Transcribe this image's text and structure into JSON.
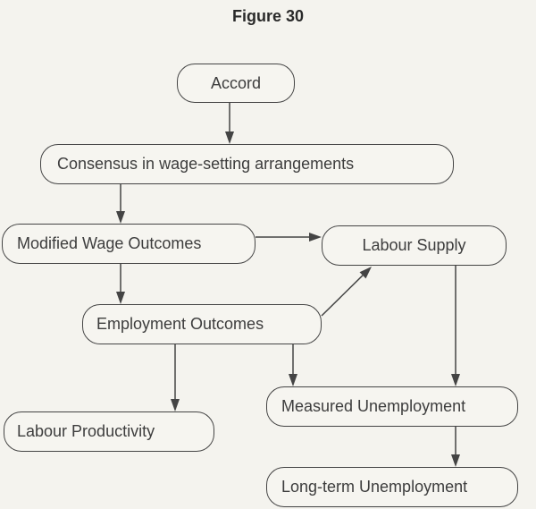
{
  "title": "Figure 30",
  "nodes": {
    "accord": "Accord",
    "consensus": "Consensus in wage-setting arrangements",
    "modified_wage": "Modified Wage Outcomes",
    "labour_supply": "Labour Supply",
    "employment": "Employment Outcomes",
    "labour_productivity": "Labour Productivity",
    "measured_unemployment": "Measured Unemployment",
    "long_term_unemployment": "Long-term Unemployment"
  },
  "edges": [
    [
      "accord",
      "consensus"
    ],
    [
      "consensus",
      "modified_wage"
    ],
    [
      "modified_wage",
      "labour_supply"
    ],
    [
      "modified_wage",
      "employment"
    ],
    [
      "employment",
      "labour_supply"
    ],
    [
      "employment",
      "labour_productivity"
    ],
    [
      "employment",
      "measured_unemployment"
    ],
    [
      "labour_supply",
      "measured_unemployment"
    ],
    [
      "measured_unemployment",
      "long_term_unemployment"
    ]
  ]
}
